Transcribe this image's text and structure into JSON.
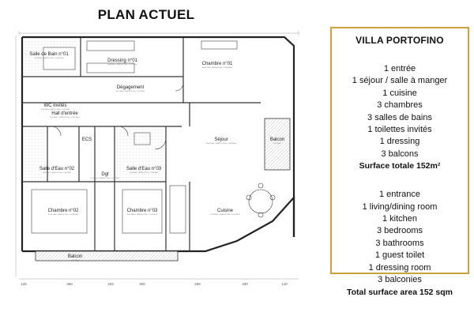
{
  "title": "PLAN ACTUEL",
  "plan": {
    "rooms": [
      {
        "id": "salle-de-bain-01",
        "name": "Salle de Bain n°01",
        "spec": "S=4.36m² - HSFP=2.70m - S=11.97m²"
      },
      {
        "id": "dressing-01",
        "name": "Dressing n°01",
        "spec": "S=6.30m² - HSFP=2.70m - V=17.01m³"
      },
      {
        "id": "chambre-01",
        "name": "Chambre n°01",
        "spec": "S=16.72m² - HSFP=2.75m - V=46.06m³"
      },
      {
        "id": "degagement",
        "name": "Dégagement",
        "spec": "S=1.33m² - HSFP=2.70m - V=3.58m³"
      },
      {
        "id": "wc-invites",
        "name": "WC Invités",
        "spec": "S=1.35m² - HSFP=2.70m - V=3.64m³"
      },
      {
        "id": "hall-entree",
        "name": "Hall d'entrée",
        "spec": "S=5.83m² - HSFP=2.70m - V=15.74m³"
      },
      {
        "id": "sejour",
        "name": "Séjour",
        "spec": "S=30.53m² - HSFP=2.72m - V=82.98m³"
      },
      {
        "id": "ecs",
        "name": "ECS",
        "spec": ""
      },
      {
        "id": "balcon-est",
        "name": "Balcon",
        "spec": "S=7.63m²"
      },
      {
        "id": "salle-eau-02",
        "name": "Salle d'Eau n°02",
        "spec": "S=3.06m² - HSFP=2.70m - V=8.26m³"
      },
      {
        "id": "salle-eau-03",
        "name": "Salle d'Eau n°03",
        "spec": "S=3.16m² - HSFP=2.70m - V=8.53m³"
      },
      {
        "id": "dgt",
        "name": "Dgt",
        "spec": "S=1.90m² - HSFP=2.70m - V=5.13m³"
      },
      {
        "id": "chambre-02",
        "name": "Chambre n°02",
        "spec": "S=11.73m² - HSFP=2.70m - V=31.67m³"
      },
      {
        "id": "chambre-03",
        "name": "Chambre n°03",
        "spec": "S=10.89m² - HSFP=2.70m - V=29.40m³"
      },
      {
        "id": "cuisine",
        "name": "Cuisine",
        "spec": "S=9.56m² - HSFP=2.70m - V=25.81m³"
      },
      {
        "id": "balcon-sud",
        "name": "Balcon",
        "spec": "S=5.03m²"
      }
    ],
    "dimensions": [
      "125",
      "360",
      "203",
      "300",
      "258",
      "330",
      "140"
    ]
  },
  "info": {
    "villa": "VILLA PORTOFINO",
    "fr": [
      "1 entrée",
      "1 séjour / salle à manger",
      "1 cuisine",
      "3 chambres",
      "3 salles de bains",
      "1 toilettes invités",
      "1 dressing",
      "3 balcons"
    ],
    "fr_total": "Surface totale 152m²",
    "en": [
      "1  entrance",
      "1 living/dining room",
      "1 kitchen",
      "3 bedrooms",
      "3 bathrooms",
      "1 guest toilet",
      "1 dressing room",
      "3 balconies"
    ],
    "en_total": "Total surface area 152 sqm"
  }
}
